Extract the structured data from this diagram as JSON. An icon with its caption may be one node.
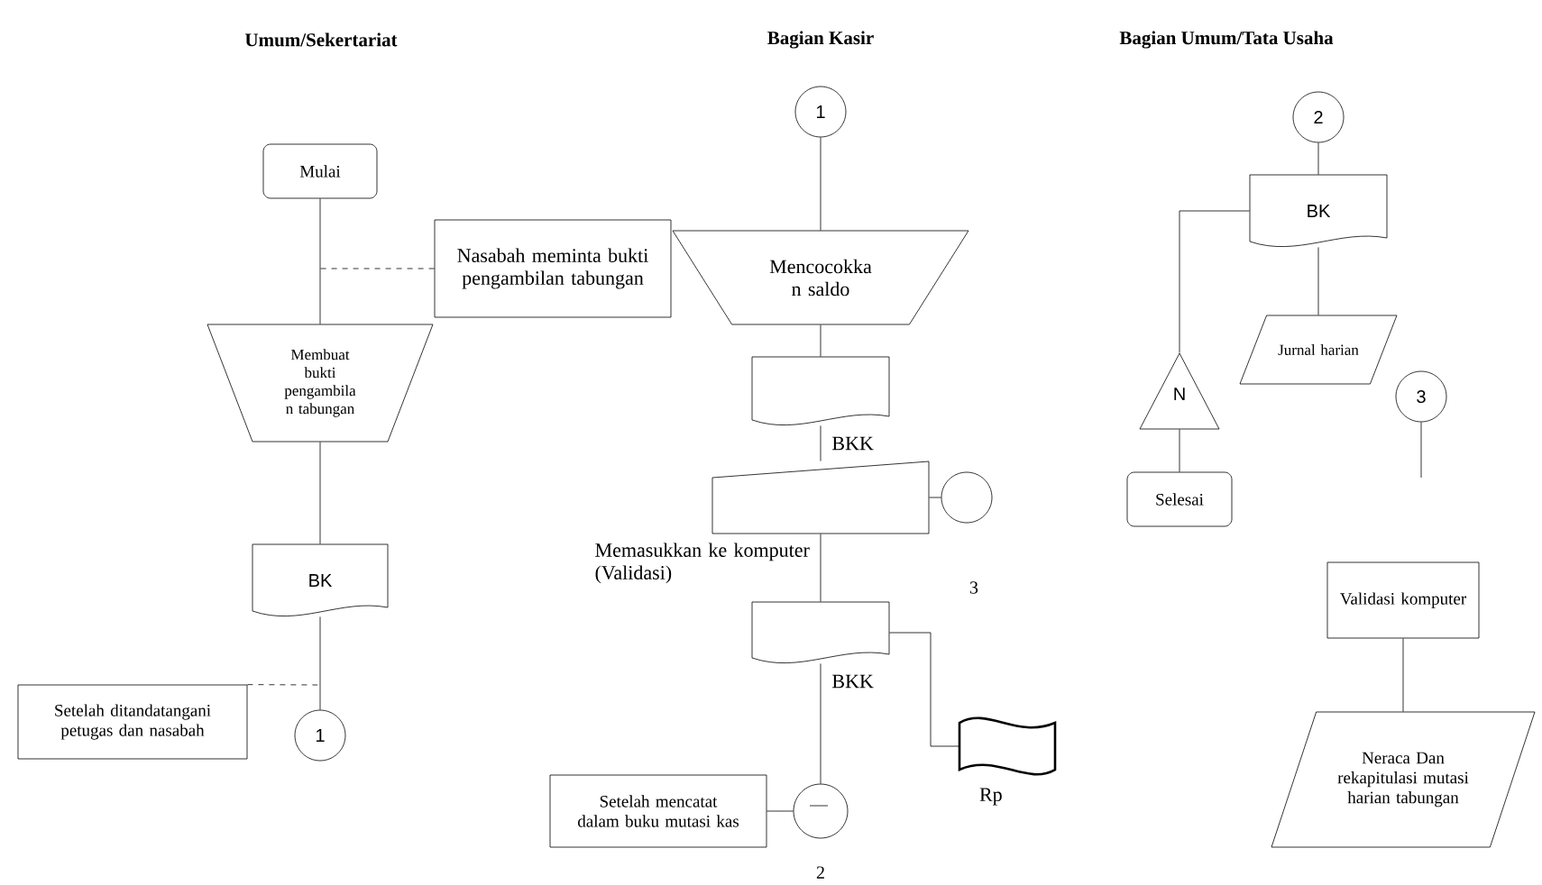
{
  "diagram": {
    "nodes": [
      {
        "text": [
          "Mulai"
        ]
      },
      {
        "text": [
          "Nasabah meminta bukti pengambilan tabungan"
        ]
      },
      {
        "text": [
          "Membuat bukti pengambila n tabungan"
        ]
      },
      {
        "text": [
          "BK"
        ]
      },
      {
        "text": [
          "Setelah ditandatangani petugas dan nasabah"
        ]
      },
      {
        "text": [
          "1"
        ]
      },
      {
        "text": [
          "1"
        ]
      },
      {
        "text": [
          "Mencocokka n saldo"
        ]
      },
      {
        "text": [],
        "shape": "document",
        "beside": [
          "BKK"
        ]
      },
      {
        "text": [],
        "shape": "box",
        "beside": [
          "Memasukkan ke komputer (Validasi)"
        ]
      },
      {
        "text": [],
        "shape": "circle"
      },
      {
        "text": [],
        "shape": "document",
        "beside": [
          "BKK"
        ]
      },
      {
        "text": [],
        "shape": "tape",
        "beside": [
          "Rp"
        ]
      },
      {
        "text": [],
        "shape": "circle"
      },
      {
        "text": [
          "Setelah mencatat dalam buku mutasi kas"
        ]
      },
      {
        "text": [
          "2"
        ]
      },
      {
        "text": [
          "BK"
        ]
      },
      {
        "text": [
          "Jurnal harian"
        ]
      },
      {
        "text": [
          "N"
        ]
      },
      {
        "text": [
          "Selesai"
        ]
      },
      {
        "text": [
          "3"
        ]
      },
      {
        "text": [
          "Validasi komputer"
        ]
      },
      {
        "text": [
          "Neraca Dan rekapitulasi mutasi harian tabungan"
        ]
      }
    ],
    "edges": [
      {
        "from": 0,
        "to": 2,
        "arrow": "none"
      },
      {
        "from": 1,
        "to": null,
        "arrow": "none",
        "style": "dashed"
      },
      {
        "from": 2,
        "to": 3,
        "arrow": "none"
      },
      {
        "from": 3,
        "to": 5,
        "arrow": "none"
      },
      {
        "from": 4,
        "to": null,
        "arrow": "none",
        "style": "dashed"
      },
      {
        "from": 6,
        "to": 7,
        "arrow": "none"
      },
      {
        "from": 7,
        "to": 8,
        "arrow": "none"
      },
      {
        "from": 8,
        "to": 9,
        "arrow": "none"
      },
      {
        "from": 9,
        "to": 10,
        "arrow": "none"
      },
      {
        "from": 9,
        "to": 11,
        "arrow": "none"
      },
      {
        "from": 11,
        "to": 12,
        "arrow": "none"
      },
      {
        "from": 11,
        "to": 13,
        "arrow": "none"
      },
      {
        "from": 14,
        "to": 13,
        "arrow": "none"
      },
      {
        "from": 15,
        "to": 16,
        "arrow": "none"
      },
      {
        "from": 16,
        "to": 17,
        "arrow": "none"
      },
      {
        "from": 16,
        "to": 18,
        "arrow": "none"
      },
      {
        "from": 18,
        "to": 19,
        "arrow": "none"
      },
      {
        "from": 20,
        "to": null,
        "arrow": "none"
      },
      {
        "from": 21,
        "to": 22,
        "arrow": "none"
      }
    ],
    "labels": [
      "Umum/Sekertariat",
      "Bagian Kasir",
      "Bagian Umum/Tata Usaha",
      "3",
      "2"
    ]
  }
}
